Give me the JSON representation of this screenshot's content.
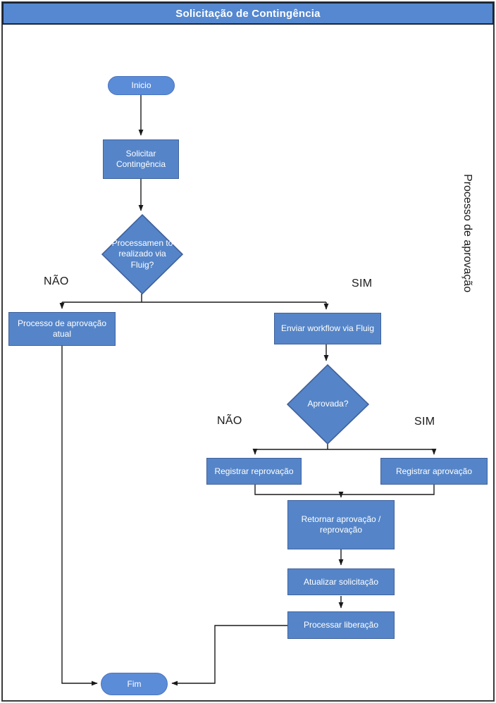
{
  "title": "Solicitação de Contingência",
  "lane_label": "Processo de aprovação",
  "branch_labels": {
    "decision1_no": "NÃO",
    "decision1_yes": "SIM",
    "decision2_no": "NÃO",
    "decision2_yes": "SIM"
  },
  "nodes": {
    "inicio": {
      "type": "terminator",
      "label": "Inicio"
    },
    "solicitar": {
      "type": "process",
      "label": "Solicitar Contingência"
    },
    "decision1": {
      "type": "decision",
      "label": "Processamen to realizado via Fluig?"
    },
    "processo_atual": {
      "type": "process",
      "label": "Processo de aprovação atual"
    },
    "enviar_workflow": {
      "type": "process",
      "label": "Enviar workflow via Fluig"
    },
    "decision2": {
      "type": "decision",
      "label": "Aprovada?"
    },
    "registrar_reprovacao": {
      "type": "process",
      "label": "Registrar reprovação"
    },
    "registrar_aprovacao": {
      "type": "process",
      "label": "Registrar aprovação"
    },
    "retornar": {
      "type": "process",
      "label": "Retornar aprovação / reprovação"
    },
    "atualizar": {
      "type": "process",
      "label": "Atualizar solicitação"
    },
    "processar": {
      "type": "process",
      "label": "Processar liberação"
    },
    "fim": {
      "type": "terminator",
      "label": "Fim"
    }
  },
  "edges": [
    {
      "from": "inicio",
      "to": "solicitar"
    },
    {
      "from": "solicitar",
      "to": "decision1"
    },
    {
      "from": "decision1",
      "to": "processo_atual",
      "label": "NÃO"
    },
    {
      "from": "decision1",
      "to": "enviar_workflow",
      "label": "SIM"
    },
    {
      "from": "enviar_workflow",
      "to": "decision2"
    },
    {
      "from": "decision2",
      "to": "registrar_reprovacao",
      "label": "NÃO"
    },
    {
      "from": "decision2",
      "to": "registrar_aprovacao",
      "label": "SIM"
    },
    {
      "from": "registrar_reprovacao",
      "to": "retornar"
    },
    {
      "from": "registrar_aprovacao",
      "to": "retornar"
    },
    {
      "from": "retornar",
      "to": "atualizar"
    },
    {
      "from": "atualizar",
      "to": "processar"
    },
    {
      "from": "processar",
      "to": "fim"
    },
    {
      "from": "processo_atual",
      "to": "fim"
    }
  ],
  "colors": {
    "shape_fill": "#5585C8",
    "shape_border": "#40619C",
    "terminator_fill": "#5B8CD8",
    "terminator_border": "#4A74C0",
    "title_bar_fill": "#5588D0",
    "title_bar_border": "#1C2533",
    "connector": "#1A1A1A",
    "text_on_shape": "#FFFFFF",
    "label_text": "#1A1A1A"
  }
}
